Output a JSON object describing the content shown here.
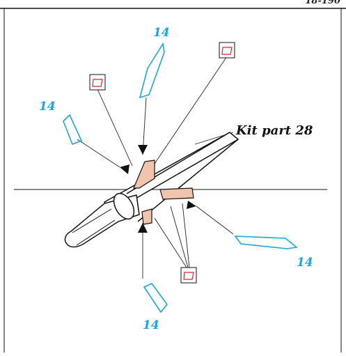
{
  "page_ref": "18-190",
  "kit_label": "Kit part 28",
  "part_number": "14",
  "colors": {
    "callout": "#1aa6d9",
    "fill_pink": "#f2c4ae",
    "outline": "#1a1a1a",
    "glue_icon": "#d9232d"
  },
  "icons": [
    "glue-icon",
    "glue-icon",
    "glue-icon"
  ]
}
